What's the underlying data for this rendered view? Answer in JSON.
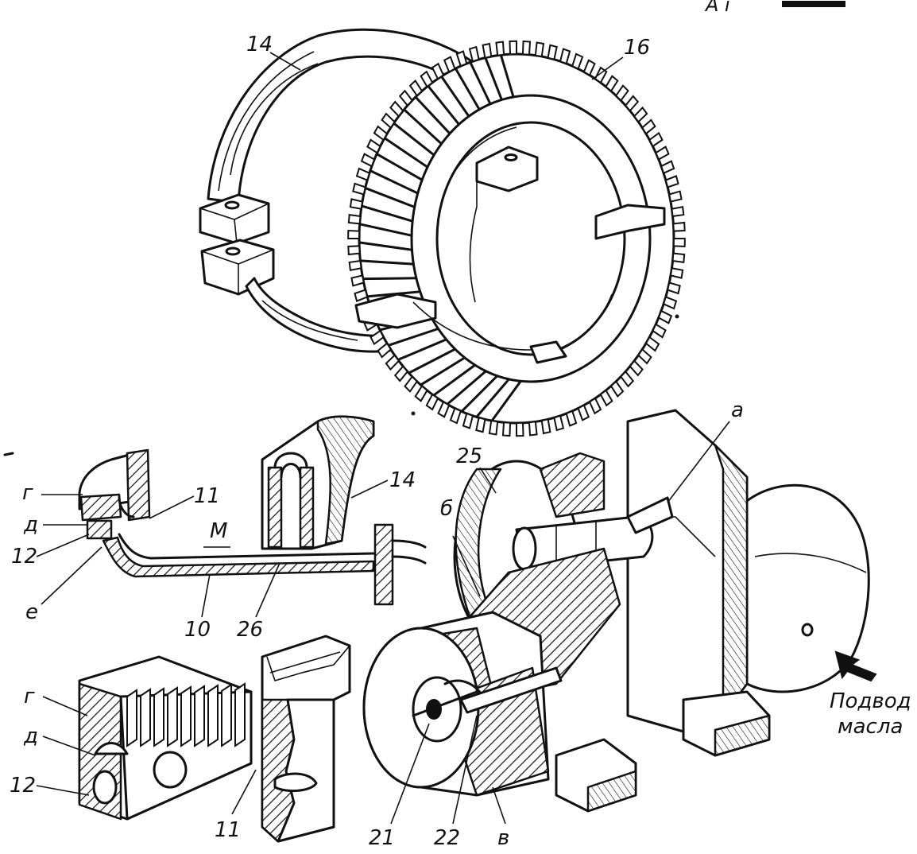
{
  "figure": {
    "corner_mark": "А і",
    "labels": {
      "part_14_ring": "14",
      "part_16_gear": "16",
      "part_14_section": "14",
      "part_11_top": "11",
      "part_M": "M",
      "part_g_top": "г",
      "part_d_top": "д",
      "part_12_top": "12",
      "part_e": "e",
      "part_10": "10",
      "part_26": "26",
      "part_g_bottom": "г",
      "part_d_bottom": "д",
      "part_12_bottom": "12",
      "part_11_bottom": "11",
      "part_25": "25",
      "part_b": "б",
      "part_a": "a",
      "part_21": "21",
      "part_22": "22",
      "part_v": "в",
      "oil_supply_line1": "Подвод",
      "oil_supply_line2": "масла"
    }
  }
}
